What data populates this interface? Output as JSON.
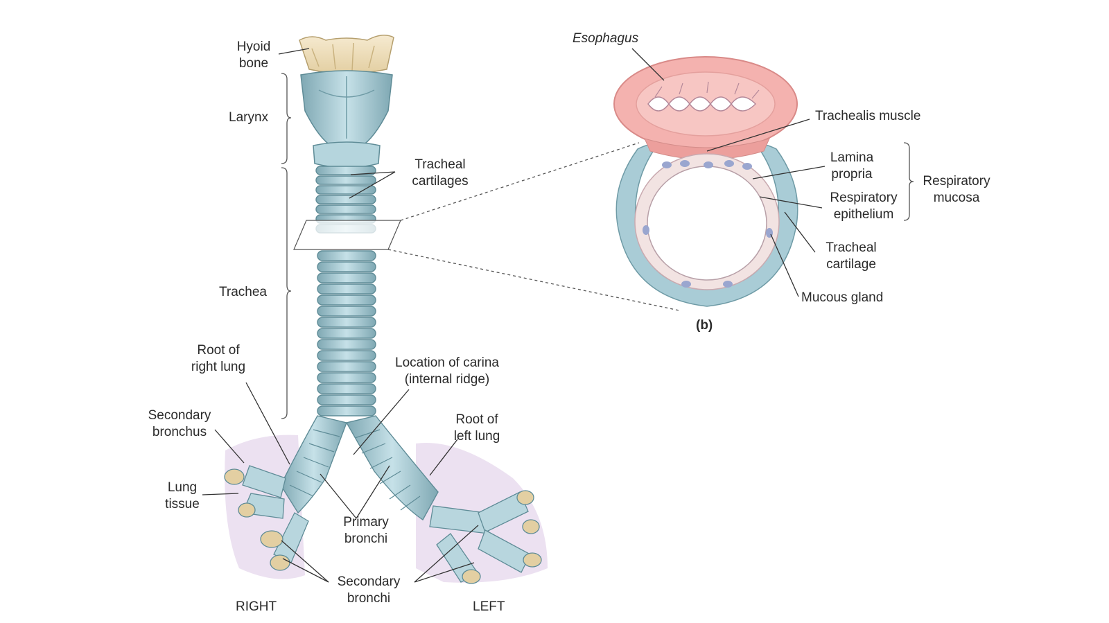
{
  "colors": {
    "cartilage": "#a9cdd6",
    "cartilage_dark": "#6f9ba6",
    "bone": "#efdfb9",
    "esophagus": "#ee9d9c",
    "lung_tissue": "#e7d7ec",
    "leader": "#333333"
  },
  "labels": {
    "hyoid_bone": [
      "Hyoid",
      "bone"
    ],
    "larynx": "Larynx",
    "tracheal_cartilages": [
      "Tracheal",
      "cartilages"
    ],
    "trachea": "Trachea",
    "root_right_lung": [
      "Root of",
      "right lung"
    ],
    "location_carina": [
      "Location of carina",
      "(internal ridge)"
    ],
    "secondary_bronchus": [
      "Secondary",
      "bronchus"
    ],
    "root_left_lung": [
      "Root of",
      "left lung"
    ],
    "lung_tissue": [
      "Lung",
      "tissue"
    ],
    "primary_bronchi": [
      "Primary",
      "bronchi"
    ],
    "secondary_bronchi": [
      "Secondary",
      "bronchi"
    ],
    "right": "RIGHT",
    "left": "LEFT",
    "esophagus": "Esophagus",
    "trachealis_muscle": "Trachealis muscle",
    "lamina_propria": [
      "Lamina",
      "propria"
    ],
    "respiratory_epithelium": [
      "Respiratory",
      "epithelium"
    ],
    "respiratory_mucosa": [
      "Respiratory",
      "mucosa"
    ],
    "tracheal_cartilage": [
      "Tracheal",
      "cartilage"
    ],
    "mucous_gland": "Mucous gland",
    "panel_b": "(b)"
  }
}
